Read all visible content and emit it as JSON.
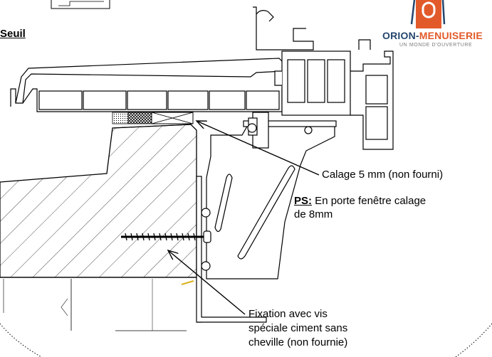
{
  "title": "Seuil",
  "logo": {
    "name_main": "ORION-",
    "name_accent": "MENUISERIE",
    "tagline": "UN MONDE D'OUVERTURE",
    "colors": {
      "primary": "#25466e",
      "accent": "#e35a2a"
    }
  },
  "callouts": {
    "calage": "Calage 5 mm (non fourni)",
    "ps_label": "PS:",
    "ps_text_line1": " En porte fenêtre calage",
    "ps_text_line2": "de 8mm",
    "fixation_line1": "Fixation  avec vis",
    "fixation_line2": "spéciale ciment sans",
    "fixation_line3": "cheville (non fournie)"
  }
}
